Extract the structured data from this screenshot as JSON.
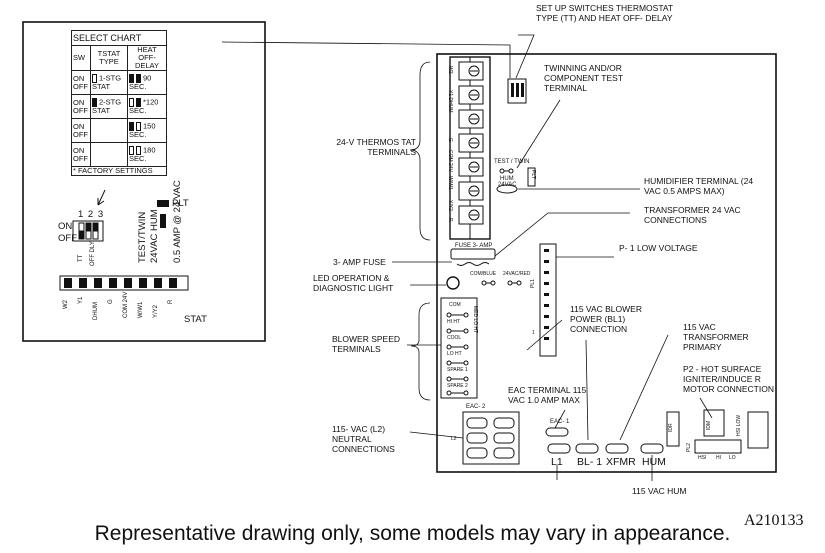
{
  "inset": {
    "select_chart": {
      "title": "SELECT CHART",
      "headers": [
        "SW",
        "TSTAT TYPE",
        "HEAT OFF-DELAY"
      ],
      "rows": [
        {
          "sw": "ON OFF",
          "tstat": "1-STG STAT",
          "delay": "90 SEC."
        },
        {
          "sw": "ON OFF",
          "tstat": "2-STG STAT",
          "delay": "*120 SEC."
        },
        {
          "sw": "ON OFF",
          "tstat": "",
          "delay": "150 SEC."
        },
        {
          "sw": "ON OFF",
          "tstat": "",
          "delay": "180 SEC."
        }
      ],
      "footnote": "* FACTORY SETTINGS"
    },
    "switch_on": "ON",
    "switch_off": "OFF",
    "switch_numbers": "1 2 3",
    "tt": "TT",
    "off_dly": "OFF DLY",
    "plt": "PLT",
    "test_twin": "TEST/TWIN",
    "vac_hum": "24VAC HUM",
    "amp_vac": "0.5 AMP @ 24 VAC",
    "terminals": [
      "W2",
      "Y1",
      "DHUM",
      "G",
      "COM 24V",
      "W/W1",
      "Y/Y2",
      "R"
    ],
    "stat": "STAT"
  },
  "labels": {
    "setup": "SET UP SWITCHES THERMOSTAT TYPE (TT) AND HEAT OFF- DELAY",
    "twinning": "TWINNING AND/OR COMPONENT TEST TERMINAL",
    "thermostat_terminals": "24-V THERMOS TAT TERMINALS",
    "humidifier": "HUMIDIFIER TERMINAL (24 VAC 0.5 AMPS MAX)",
    "transformer": "TRANSFORMER 24 VAC CONNECTIONS",
    "p1": "P- 1 LOW VOLTAGE",
    "fuse": "3- AMP FUSE",
    "led": "LED OPERATION & DIAGNOSTIC LIGHT",
    "bl1": "115 VAC BLOWER POWER (BL1) CONNECTION",
    "xfmr_primary": "115 VAC TRANSFORMER PRIMARY",
    "p2": "P2 - HOT SURFACE IGNITER/INDUCE R MOTOR CONNECTION",
    "blower_speed": "BLOWER SPEED TERMINALS",
    "eac": "EAC TERMINAL 115 VAC 1.0 AMP MAX",
    "neutral": "115- VAC (L2) NEUTRAL CONNECTIONS",
    "hum115": "115 VAC HUM"
  },
  "board": {
    "terminal_labels": [
      "W2",
      "Y1 DHUM",
      "G",
      "COM 24V",
      "W/W1",
      "Y/Y2",
      "R"
    ],
    "test_twin": "TEST / TWIN",
    "hum": "HUM",
    "vac24": "24VAC",
    "plt": "PLT",
    "fuse": "FUSE 3- AMP",
    "com_blue": "COM/BLUE",
    "vac_red": "24VAC/RED",
    "pl1": "PL1",
    "pl1_num": "1",
    "speed_labels": [
      "COM",
      "HI HT",
      "COOL",
      "LO HT",
      "SPARE 1",
      "SPARE 2"
    ],
    "speed_side": "MED LO HT",
    "eac2": "EAC- 2",
    "eac1": "EAC- 1",
    "l2": "L2",
    "bottom": [
      "L1",
      "BL- 1",
      "XFMR",
      "HUM"
    ],
    "p2_tags": [
      "IDR",
      "HSI",
      "IDM",
      "PL2",
      "HI",
      "LO",
      "HSI LOW"
    ]
  },
  "caption": "Representative drawing only, some models may vary in appearance.",
  "code": "A210133"
}
